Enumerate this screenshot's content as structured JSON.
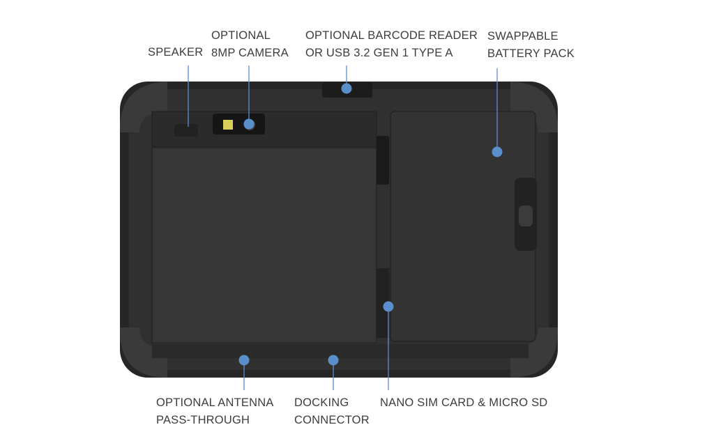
{
  "callouts": {
    "speaker": {
      "line1": "SPEAKER"
    },
    "camera": {
      "line1": "OPTIONAL",
      "line2": "8MP CAMERA"
    },
    "barcode": {
      "line1": "OPTIONAL BARCODE READER",
      "line2": "OR USB 3.2 GEN 1 TYPE A"
    },
    "battery": {
      "line1": "SWAPPABLE",
      "line2": "BATTERY PACK"
    },
    "antenna": {
      "line1": "OPTIONAL ANTENNA",
      "line2": "PASS-THROUGH"
    },
    "docking": {
      "line1": "DOCKING",
      "line2": "CONNECTOR"
    },
    "sim": {
      "line1": "NANO SIM CARD & MICRO SD"
    }
  },
  "colors": {
    "marker": "#5b8fcb",
    "text": "#3d3d3d",
    "device": "#2e2e2e"
  }
}
